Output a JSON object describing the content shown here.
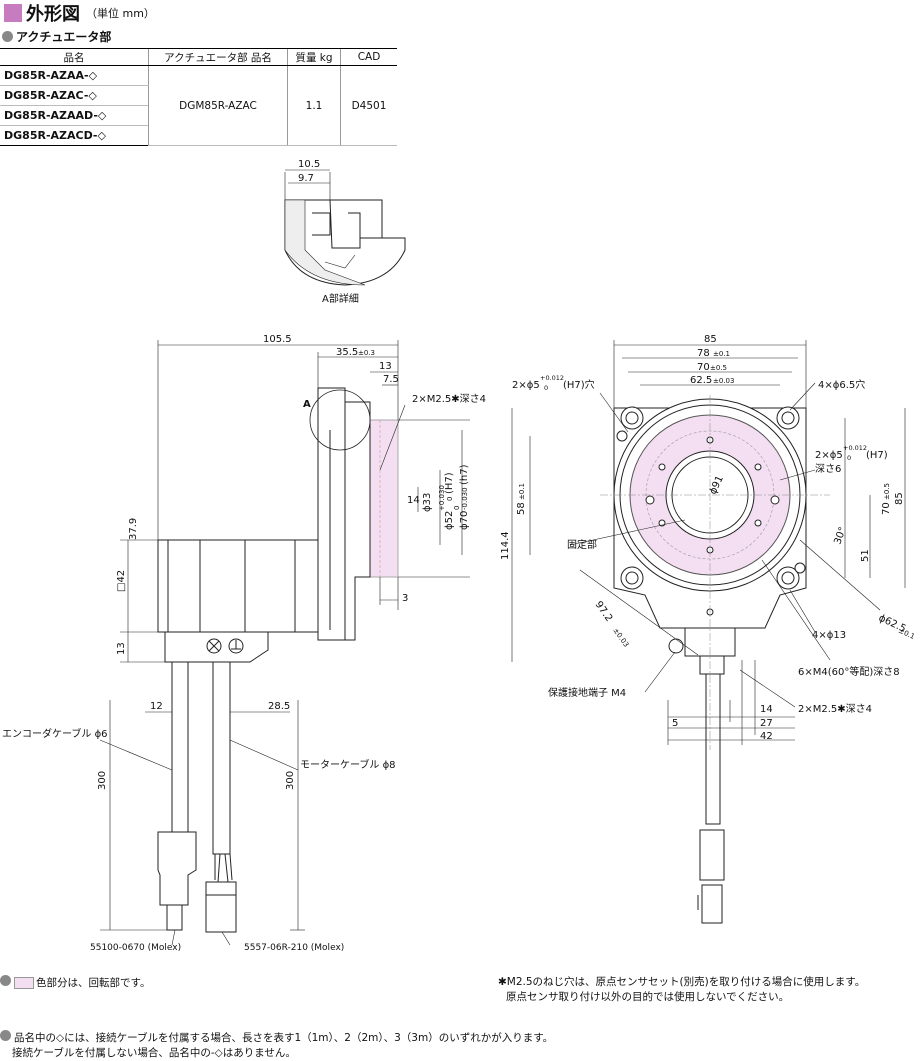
{
  "header": {
    "title": "外形図",
    "unit": "（単位 mm）"
  },
  "section_title": "アクチュエータ部",
  "table": {
    "headers": [
      "品名",
      "アクチュエータ部 品名",
      "質量 kg",
      "CAD"
    ],
    "product_names": [
      "DG85R-AZAA-◇",
      "DG85R-AZAC-◇",
      "DG85R-AZAAD-◇",
      "DG85R-AZACD-◇"
    ],
    "actuator_name": "DGM85R-AZAC",
    "mass": "1.1",
    "cad": "D4501"
  },
  "detail": {
    "caption": "A部詳細",
    "dim_105": "10.5",
    "dim_97": "9.7"
  },
  "side_view": {
    "d_1055": "105.5",
    "d_355": "35.5",
    "d_355_tol": "±0.3",
    "d_13": "13",
    "d_75": "7.5",
    "label_a": "A",
    "tap": "2×M2.5✱深さ4",
    "d_14": "14",
    "d_33": "ϕ33",
    "d_52": "ϕ52",
    "d_52_tol_top": "+0.030",
    "d_52_tol_bot": "0",
    "d_52_fit": "(H7)",
    "d_70": "ϕ70",
    "d_70_tol": "-0.030",
    "d_70_fit": "(h7)",
    "d_70_tol_top": "0",
    "d_379": "37.9",
    "d_42": "□42",
    "d_3": "3",
    "d_13b": "13",
    "d_12": "12",
    "d_285": "28.5",
    "d_300a": "300",
    "d_300b": "300",
    "encoder_cable": "エンコーダケーブル ϕ6",
    "motor_cable": "モーターケーブル ϕ8",
    "conn1": "55100-0670 (Molex)",
    "conn2": "5557-06R-210 (Molex)"
  },
  "front_view": {
    "d_85": "85",
    "d_78": "78",
    "d_78_tol": "±0.1",
    "d_70": "70",
    "d_70_tol": "±0.5",
    "d_625": "62.5",
    "d_625_tol": "±0.03",
    "hole_top": "2×ϕ5",
    "hole_top_tol_top": "+0.012",
    "hole_top_tol_bot": "0",
    "hole_top_fit": "(H7)穴",
    "hole_4x": "4×ϕ6.5穴",
    "hole_right": "2×ϕ5",
    "hole_right_tol_top": "+0.012",
    "hole_right_tol_bot": "0",
    "hole_right_fit": "(H7)",
    "hole_right_depth": "深さ6",
    "d_91": "ϕ91",
    "d_58": "58",
    "d_58_tol": "±0.1",
    "d_1144": "114.4",
    "d_70r": "70",
    "d_70r_tol": "±0.5",
    "d_85r": "85",
    "ang_30": "30°",
    "d_51": "51",
    "fixed": "固定部",
    "d_972": "97.2",
    "d_972_tol": "±0.03",
    "d_4x13": "4×ϕ13",
    "d_625b": "ϕ62.5",
    "d_625b_tol": "±0.1",
    "m4": "6×M4(60°等配)深さ8",
    "ground": "保護接地端子 M4",
    "m25": "2×M2.5✱深さ4",
    "d_14": "14",
    "d_5": "5",
    "d_27": "27",
    "d_42": "42"
  },
  "notes": {
    "rotating": "色部分は、回転部です。",
    "m25_1": "✱M2.5のねじ穴は、原点センサセット(別売)を取り付ける場合に使用します。",
    "m25_2": "原点センサ取り付け以外の目的では使用しないでください。",
    "pn_1": "品名中の◇には、接続ケーブルを付属する場合、長さを表す1（1m）、2（2m）、3（3m）のいずれかが入ります。",
    "pn_2": "接続ケーブルを付属しない場合、品名中の-◇はありません。"
  },
  "colors": {
    "accent": "#c77cc0",
    "rotating": "#f4dff2"
  }
}
